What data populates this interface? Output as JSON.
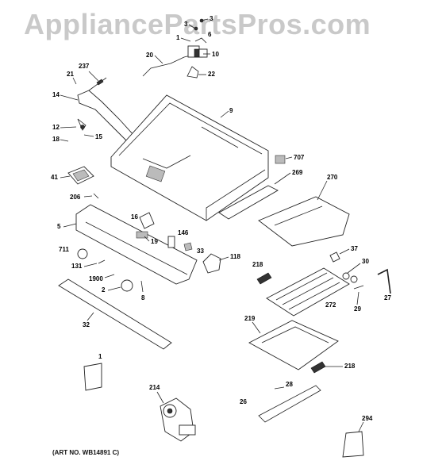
{
  "watermark": "AppliancePartsPros.com",
  "art_number": "(ART NO. WB14891 C)",
  "labels": {
    "l3a": "3",
    "l3b": "3",
    "l1": "1",
    "l6": "6",
    "l10": "10",
    "l20": "20",
    "l22": "22",
    "l237": "237",
    "l21": "21",
    "l14": "14",
    "l9": "9",
    "l12": "12",
    "l15": "15",
    "l18": "18",
    "l707": "707",
    "l41": "41",
    "l269": "269",
    "l270": "270",
    "l206": "206",
    "l16": "16",
    "l5": "5",
    "l146": "146",
    "l19": "19",
    "l33": "33",
    "l711": "711",
    "l118": "118",
    "l37": "37",
    "l218a": "218",
    "l30": "30",
    "l131": "131",
    "l1900": "1900",
    "l2": "2",
    "l8": "8",
    "l272": "272",
    "l29": "29",
    "l27": "27",
    "l32": "32",
    "l219": "219",
    "l218b": "218",
    "l1b": "1",
    "l28": "28",
    "l214": "214",
    "l26": "26",
    "l294": "294"
  }
}
